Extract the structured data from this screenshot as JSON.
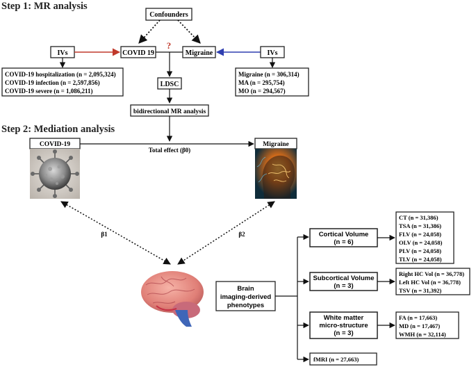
{
  "step1": {
    "title": "Step 1: MR analysis",
    "confounders": "Confounders",
    "ivs_left": "IVs",
    "covid": "COVID 19",
    "question": "?",
    "migraine": "Migraine",
    "ivs_right": "IVs",
    "ldsc": "LDSC",
    "bidirectional": "bidirectional MR analysis",
    "covid_list": [
      "COVID-19 hospitalization (n = 2,095,324)",
      "COVID-19 infection (n = 2,597,856)",
      "COVID-19 severe (n = 1,086,211)"
    ],
    "migraine_list": [
      "Migraine (n = 306,314)",
      "MA (n = 295,754)",
      "MO (n = 294,567)"
    ]
  },
  "step2": {
    "title": "Step 2: Mediation analysis",
    "covid_label": "COVID-19",
    "migraine_label": "Migraine",
    "total_effect": "Total effect (β0)",
    "beta1": "β1",
    "beta2": "β2",
    "brain_line1": "Brain",
    "brain_line2": "imaging-derived",
    "brain_line3": "phenotypes",
    "cortical_line1": "Cortical Volume",
    "cortical_line2": "(n = 6)",
    "cortical_list": [
      "CT (n = 31,386)",
      "TSA (n = 31,386)",
      "FLV (n = 24,058)",
      "OLV (n = 24,058)",
      "PLV (n = 24,058)",
      "TLV (n = 24,058)"
    ],
    "subcortical_line1": "Subcortical Volume",
    "subcortical_line2": "(n = 3)",
    "subcortical_list": [
      "Right HC Vol  (n = 36,778)",
      "Left HC Vol  (n = 36,778)",
      "TSV (n = 31,392)"
    ],
    "wm_line1": "White matter",
    "wm_line2": "micro-structure",
    "wm_line3": "(n = 3)",
    "wm_list": [
      "FA  (n = 17,663)",
      "MD (n = 17,467)",
      "WMH (n = 32,114)"
    ],
    "fmri": "fMRI  (n = 27,663)"
  },
  "colors": {
    "red_arrow": "#c0392b",
    "blue_arrow": "#2f3fb0",
    "question": "#c0392b"
  }
}
